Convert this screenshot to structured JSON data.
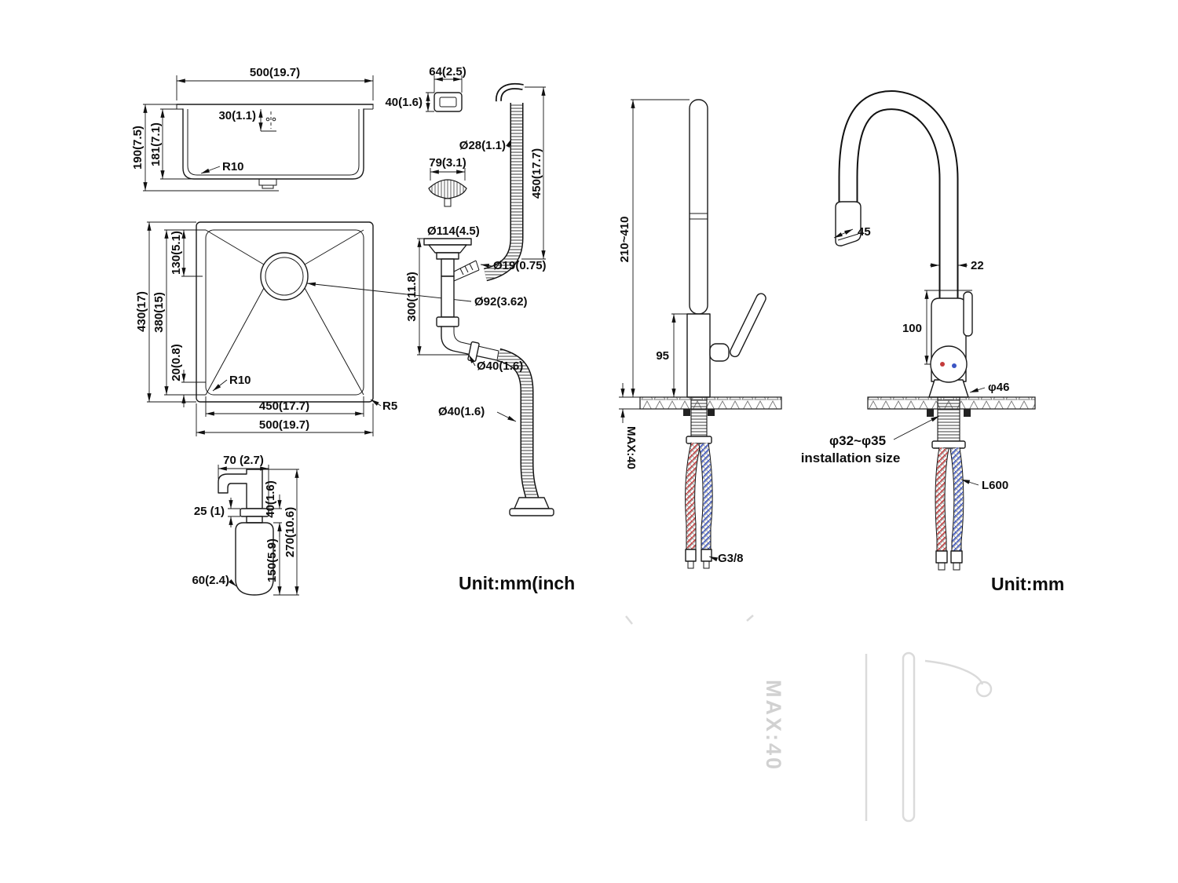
{
  "page": {
    "bg": "#ffffff",
    "ink": "#111111",
    "accent_hot": "#c43b3b",
    "accent_cold": "#3b55c4"
  },
  "notes": {
    "left": "Unit:mm(inch",
    "right": "Unit:mm"
  },
  "sink_side": {
    "width_top": "500(19.7)",
    "hole_offset": "30(1.1)",
    "depth_total": "190(7.5)",
    "depth_bowl": "181(7.1)",
    "corner_radius": "R10"
  },
  "sink_top": {
    "length_outer": "430(17)",
    "length_inner": "380(15)",
    "drain_offset": "130(5.1)",
    "edge_offset": "20(0.8)",
    "drain_diameter": "Ø92(3.62)",
    "corner_radius_inner": "R10",
    "width_inner": "450(17.7)",
    "width_outer": "500(19.7)",
    "corner_radius_outer": "R5"
  },
  "dispenser": {
    "spout_length": "70 (2.7)",
    "collar_height": "25 (1)",
    "head_height": "40(1.6)",
    "bottle_height": "150(5.9)",
    "total_height": "270(10.6)",
    "bottle_width": "60(2.4)"
  },
  "drain": {
    "flange_width": "64(2.5)",
    "flange_depth": "40(1.6)",
    "overflow_diameter": "Ø28(1.1)",
    "strainer_width": "79(3.1)",
    "body_diameter": "Ø114(4.5)",
    "overflow_hose_length": "450(17.7)",
    "tailpiece_length": "300(11.8)",
    "branch_diameter": "Ø19(0.75)",
    "trap_diameter": "Ø40(1.6)",
    "outlet_diameter": "Ø40(1.6)"
  },
  "faucet_side": {
    "spout_height_range": "210~410",
    "body_height": "95",
    "max_counter_thickness": "MAX:40",
    "thread_size": "G3/8"
  },
  "faucet_front": {
    "spray_width": "45",
    "tube_diameter": "22",
    "handle_height": "100",
    "base_diameter": "φ46",
    "install_hole_range": "φ32~φ35",
    "install_hole_label": "installation size",
    "hose_length": "L600"
  },
  "watermark": {
    "ghost_text": "MAX:40"
  }
}
